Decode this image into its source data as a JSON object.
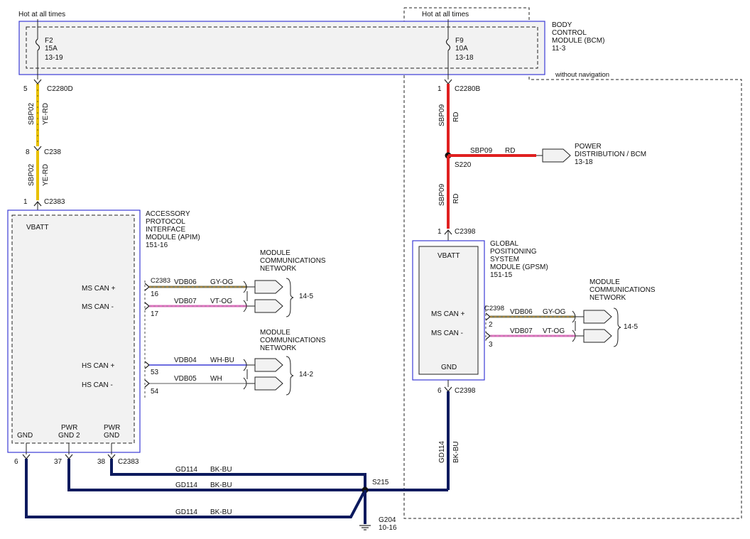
{
  "top": {
    "hot_left": "Hot at all times",
    "hot_right": "Hot at all times",
    "without_nav": "without navigation"
  },
  "bcm": {
    "title": [
      "BODY",
      "CONTROL",
      "MODULE (BCM)",
      "11-3"
    ],
    "fuse_f2": {
      "name": "F2",
      "rating": "15A",
      "ref": "13-19"
    },
    "fuse_f9": {
      "name": "F9",
      "rating": "10A",
      "ref": "13-18"
    }
  },
  "left_feed": {
    "pin_c2280d": "5",
    "conn_c2280d": "C2280D",
    "wire1_circuit": "SBP02",
    "wire1_color": "YE-RD",
    "pin_c238": "8",
    "conn_c238": "C238",
    "wire2_circuit": "SBP02",
    "wire2_color": "YE-RD",
    "pin_c2383": "1",
    "conn_c2383": "C2383"
  },
  "apim": {
    "title": [
      "ACCESSORY",
      "PROTOCOL",
      "INTERFACE",
      "MODULE (APIM)",
      "151-16"
    ],
    "vbatt": "VBATT",
    "ms_can_plus": "MS CAN +",
    "ms_can_minus": "MS CAN -",
    "hs_can_plus": "HS CAN +",
    "hs_can_minus": "HS CAN -",
    "gnd": "GND",
    "pwr_gnd2": [
      "PWR",
      "GND 2"
    ],
    "pwr_gnd": [
      "PWR",
      "GND"
    ]
  },
  "apim_net": {
    "conn": "C2383",
    "pin16": "16",
    "vdb06": "VDB06",
    "gy_og": "GY-OG",
    "pin17": "17",
    "vdb07": "VDB07",
    "vt_og": "VT-OG",
    "pin53": "53",
    "vdb04": "VDB04",
    "wh_bu": "WH-BU",
    "pin54": "54",
    "vdb05": "VDB05",
    "wh": "WH",
    "mcn1": [
      "MODULE",
      "COMMUNICATIONS",
      "NETWORK"
    ],
    "ref1": "14-5",
    "mcn2": [
      "MODULE",
      "COMMUNICATIONS",
      "NETWORK"
    ],
    "ref2": "14-2"
  },
  "right_feed": {
    "pin_c2280b": "1",
    "conn_c2280b": "C2280B",
    "wire1_circuit": "SBP09",
    "wire1_color": "RD",
    "splice": "S220",
    "branch_circuit": "SBP09",
    "branch_color": "RD",
    "pdist": [
      "POWER",
      "DISTRIBUTION / BCM",
      "13-18"
    ],
    "wire2_circuit": "SBP09",
    "wire2_color": "RD",
    "pin_c2398": "1",
    "conn_c2398": "C2398"
  },
  "gpsm": {
    "title": [
      "GLOBAL",
      "POSITIONING",
      "SYSTEM",
      "MODULE (GPSM)",
      "151-15"
    ],
    "vbatt": "VBATT",
    "ms_can_plus": "MS CAN +",
    "ms_can_minus": "MS CAN -",
    "gnd": "GND"
  },
  "gpsm_net": {
    "conn": "C2398",
    "pin2": "2",
    "vdb06": "VDB06",
    "gy_og": "GY-OG",
    "pin3": "3",
    "vdb07": "VDB07",
    "vt_og": "VT-OG",
    "mcn": [
      "MODULE",
      "COMMUNICATIONS",
      "NETWORK"
    ],
    "ref": "14-5"
  },
  "grounds": {
    "pin6_apim": "6",
    "pin37": "37",
    "pin38": "38",
    "conn_c2383": "C2383",
    "gd114_1": "GD114",
    "bkbu_1": "BK-BU",
    "gd114_2": "GD114",
    "bkbu_2": "BK-BU",
    "gd114_3": "GD114",
    "bkbu_3": "BK-BU",
    "splice": "S215",
    "ground": "G204",
    "ground_ref": "10-16",
    "pin6_gpsm": "6",
    "conn_gpsm": "C2398",
    "gpsm_wire_circuit": "GD114",
    "gpsm_wire_color": "BK-BU"
  }
}
